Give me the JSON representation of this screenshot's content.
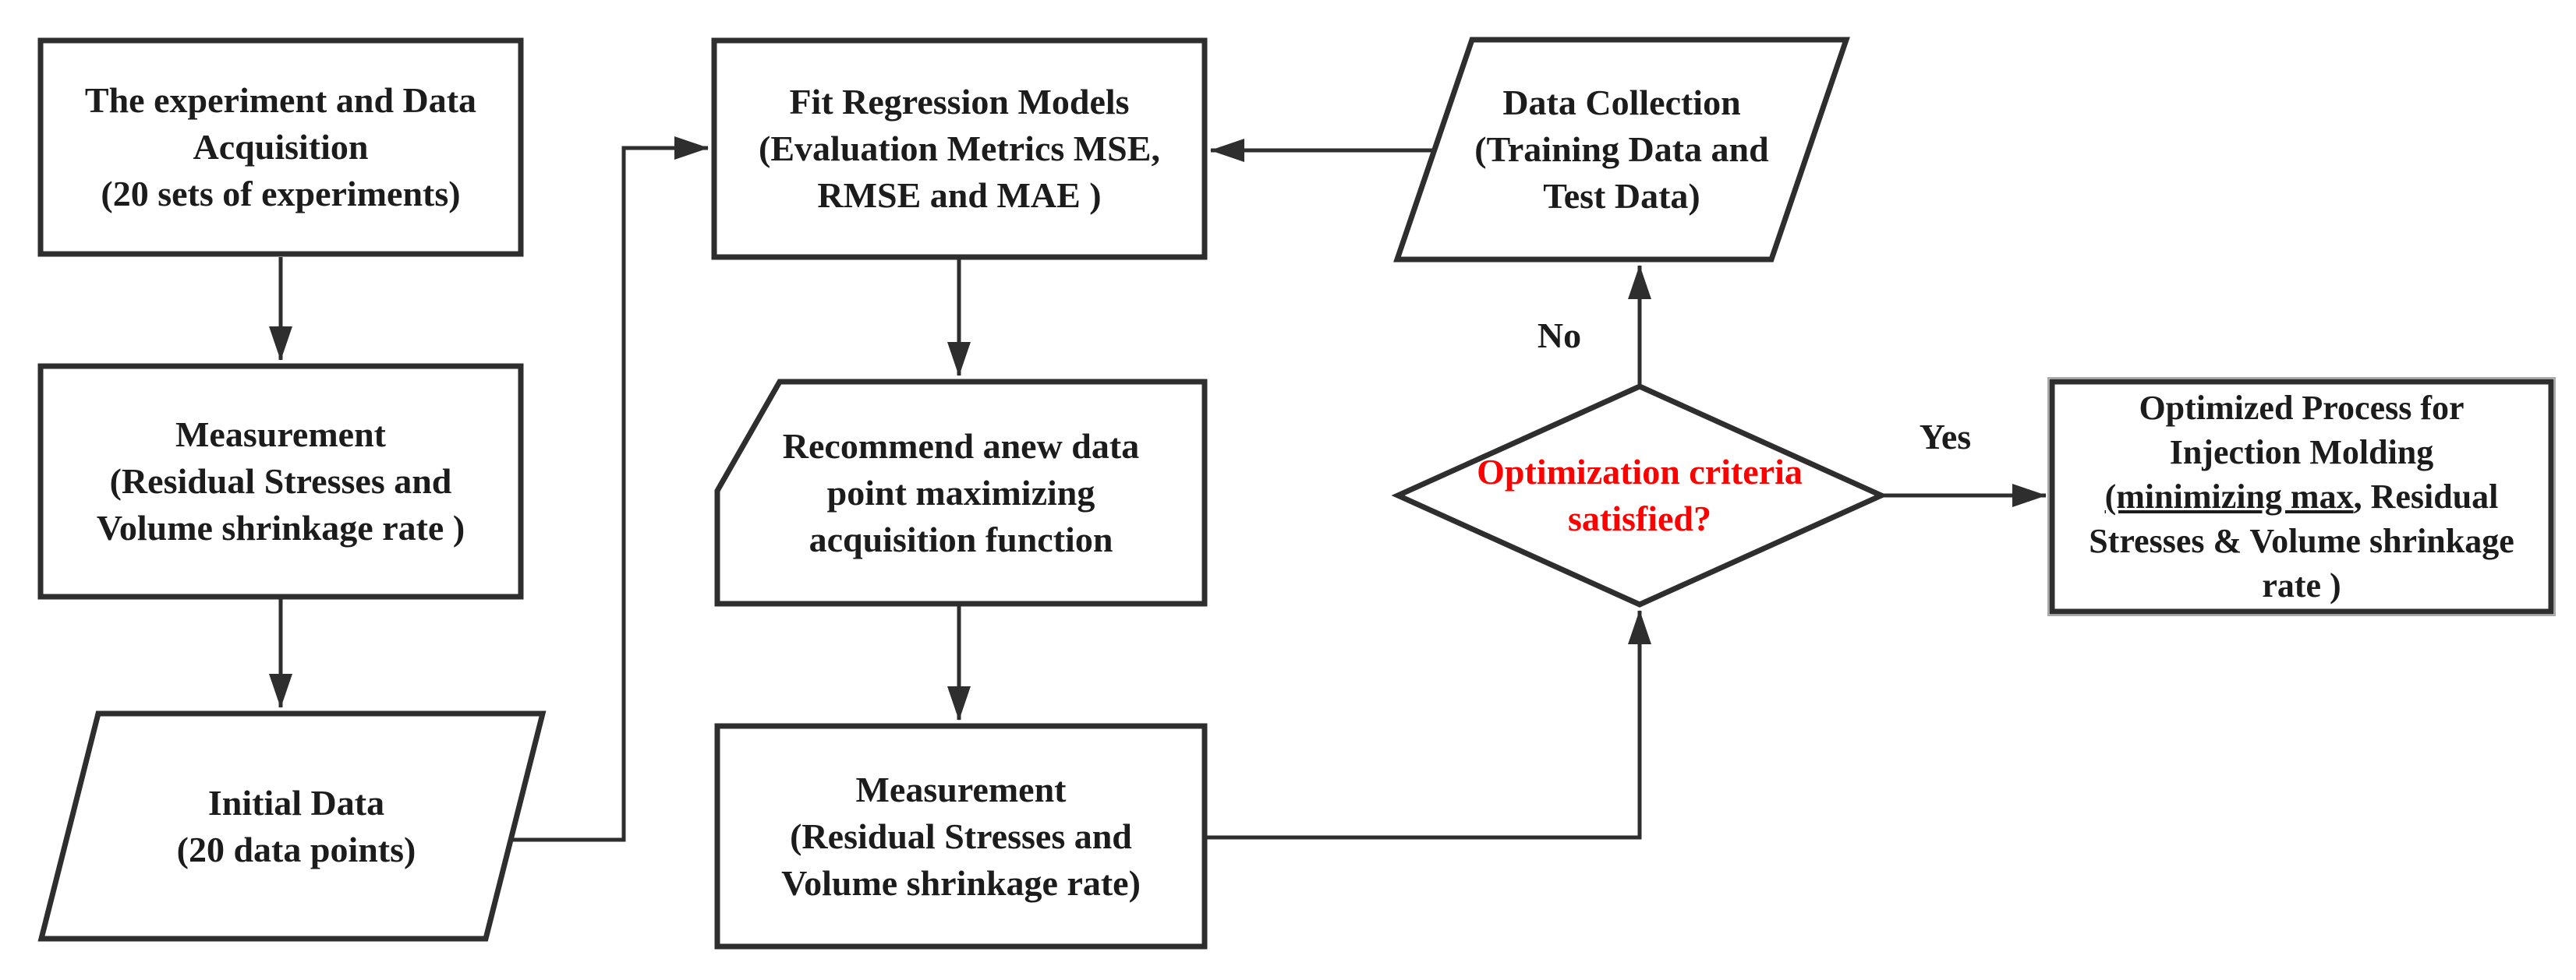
{
  "diagram_type": "flowchart",
  "colors": {
    "stroke": "#2e2e2e",
    "text": "#1c1c1c",
    "decision_text": "#fe0000",
    "background": "#ffffff"
  },
  "nodes": {
    "experiment": {
      "shape": "rectangle",
      "lines": [
        "The experiment and Data",
        "Acquisition",
        "(20 sets of experiments)"
      ]
    },
    "measurement_initial": {
      "shape": "rectangle",
      "lines": [
        "Measurement",
        "(Residual Stresses and",
        "Volume shrinkage rate )"
      ]
    },
    "initial_data": {
      "shape": "parallelogram",
      "lines": [
        "Initial Data",
        "(20 data points)"
      ]
    },
    "fit_regression": {
      "shape": "rectangle",
      "lines": [
        "Fit Regression Models",
        "(Evaluation Metrics MSE,",
        "RMSE and MAE )"
      ]
    },
    "recommend_point": {
      "shape": "rectangle-clipped-corner",
      "lines": [
        "Recommend anew data",
        "point maximizing",
        "acquisition function"
      ]
    },
    "measurement_new": {
      "shape": "rectangle",
      "lines": [
        "Measurement",
        "(Residual Stresses and",
        "Volume shrinkage rate)"
      ]
    },
    "data_collection": {
      "shape": "parallelogram",
      "lines": [
        "Data Collection",
        "(Training Data and",
        "Test Data)"
      ]
    },
    "decision": {
      "shape": "diamond",
      "text_color": "#fe0000",
      "lines": [
        "Optimization criteria",
        "satisfied?"
      ]
    },
    "optimized_process": {
      "shape": "rectangle",
      "lines": [
        "Optimized Process for",
        "Injection Molding",
        [
          "(minimizing max",
          ", Residual"
        ],
        "Stresses & Volume shrinkage",
        "rate )"
      ],
      "underlined_segment": "(minimizing max"
    }
  },
  "edge_labels": {
    "no": "No",
    "yes": "Yes"
  }
}
